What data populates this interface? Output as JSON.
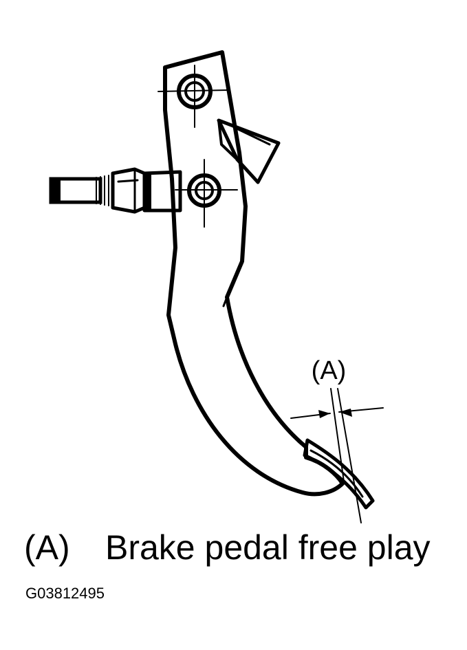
{
  "diagram": {
    "callout_label": "(A)",
    "caption": {
      "key": "(A)",
      "text": "Brake pedal free play"
    },
    "figure_id": "G03812495"
  }
}
